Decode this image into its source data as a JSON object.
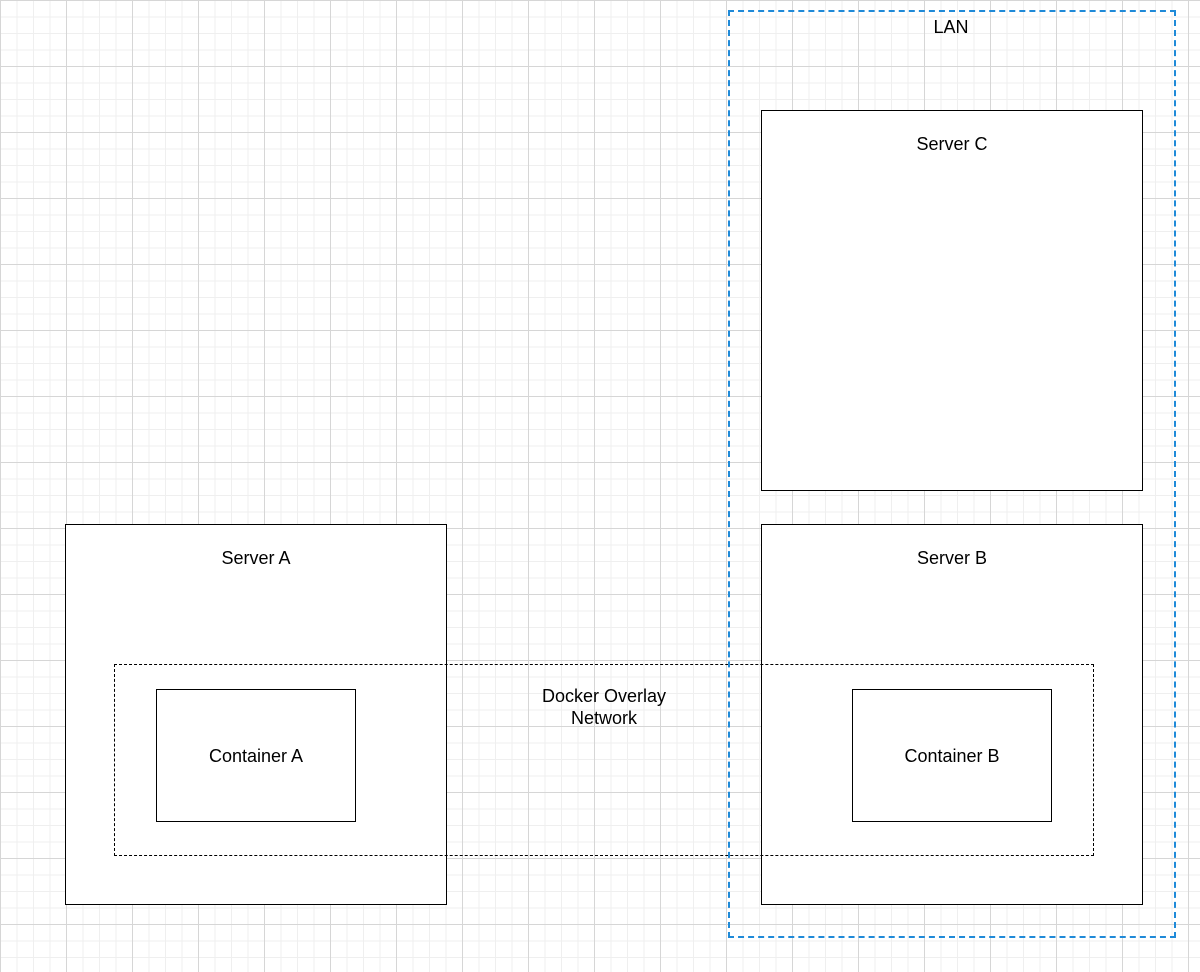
{
  "diagram": {
    "lan": {
      "label": "LAN",
      "border_color": "#1f8ad8"
    },
    "overlay": {
      "label_line1": "Docker Overlay",
      "label_line2": "Network"
    },
    "server_a": {
      "label": "Server A"
    },
    "server_b": {
      "label": "Server B"
    },
    "server_c": {
      "label": "Server C"
    },
    "container_a": {
      "label": "Container A"
    },
    "container_b": {
      "label": "Container B"
    }
  }
}
